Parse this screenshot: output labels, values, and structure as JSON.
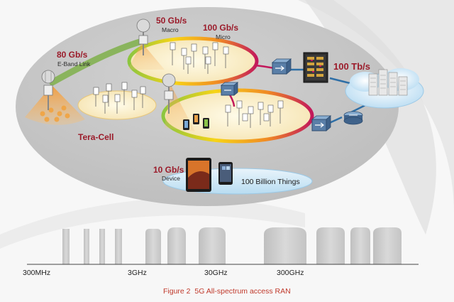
{
  "labels": {
    "macro": {
      "rate": "50 Gb/s",
      "sub": "Macro"
    },
    "micro": {
      "rate": "100 Gb/s",
      "sub": "Micro"
    },
    "eband": {
      "rate": "80 Gb/s",
      "sub": "E-Band Link"
    },
    "backhaul": {
      "rate": "100 Tb/s"
    },
    "device": {
      "rate": "10 Gb/s",
      "sub": "Device"
    },
    "things": "100 Billion Things",
    "tera_cell": "Tera-Cell"
  },
  "spectrum": {
    "ticks": [
      "300MHz",
      "3GHz",
      "30GHz",
      "300GHz"
    ]
  },
  "caption": "Figure 2  5G All-spectrum access RAN",
  "colors": {
    "accent_red": "#9b1b2a",
    "caption_red": "#c0392b",
    "ellipse_gray": "#c4c4c4",
    "link_blue": "#2f6fa6",
    "eband_green": "#7fb04a"
  }
}
